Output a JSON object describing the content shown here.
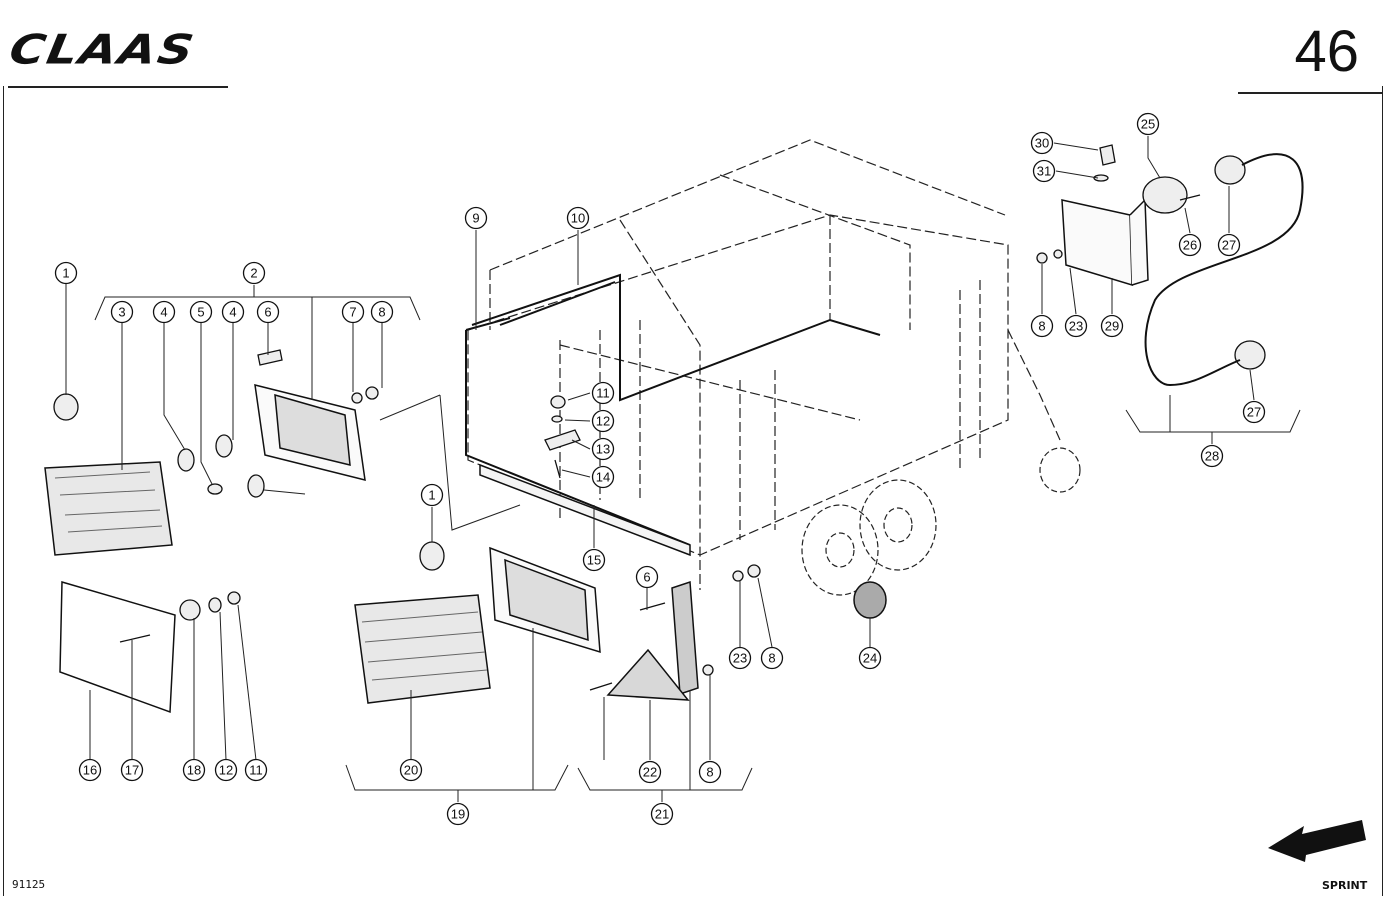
{
  "header": {
    "brand": "CLAAS",
    "page_number": "46"
  },
  "footer": {
    "drawing_code": "91125",
    "model": "SPRINT"
  },
  "diagram": {
    "callout_labels": [
      "1",
      "2",
      "3",
      "4",
      "5",
      "4",
      "6",
      "7",
      "8",
      "9",
      "10",
      "11",
      "12",
      "13",
      "14",
      "15",
      "1",
      "16",
      "17",
      "18",
      "12",
      "11",
      "19",
      "20",
      "6",
      "22",
      "21",
      "8",
      "23",
      "8",
      "24",
      "25",
      "30",
      "31",
      "26",
      "27",
      "8",
      "23",
      "29",
      "27",
      "28"
    ]
  }
}
